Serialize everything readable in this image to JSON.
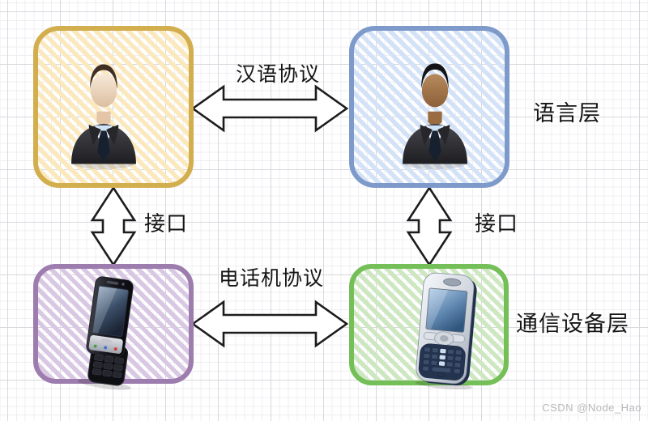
{
  "diagram": {
    "boxes": [
      {
        "id": "top-left",
        "icon": "businessman-left-icon",
        "border_color": "#d2ae4e",
        "stripe_color": "#fbe9bd"
      },
      {
        "id": "top-right",
        "icon": "businessman-right-icon",
        "border_color": "#7d9aca",
        "stripe_color": "#d3e2f7"
      },
      {
        "id": "bottom-left",
        "icon": "slider-phone-icon",
        "border_color": "#9d7cae",
        "stripe_color": "#d9c8e3"
      },
      {
        "id": "bottom-right",
        "icon": "qwerty-phone-icon",
        "border_color": "#74bf58",
        "stripe_color": "#cde8c0"
      }
    ],
    "edges": [
      {
        "from": "top-left",
        "to": "top-right",
        "type": "double-arrow",
        "label": "汉语协议"
      },
      {
        "from": "bottom-left",
        "to": "bottom-right",
        "type": "double-arrow",
        "label": "电话机协议"
      },
      {
        "from": "top-left",
        "to": "bottom-left",
        "type": "double-arrow",
        "label": "接口"
      },
      {
        "from": "top-right",
        "to": "bottom-right",
        "type": "double-arrow",
        "label": "接口"
      }
    ],
    "layer_labels": {
      "top": "语言层",
      "bottom": "通信设备层"
    }
  },
  "watermark": {
    "text": "CSDN @Node_Hao",
    "color": "#b9b9b9"
  }
}
